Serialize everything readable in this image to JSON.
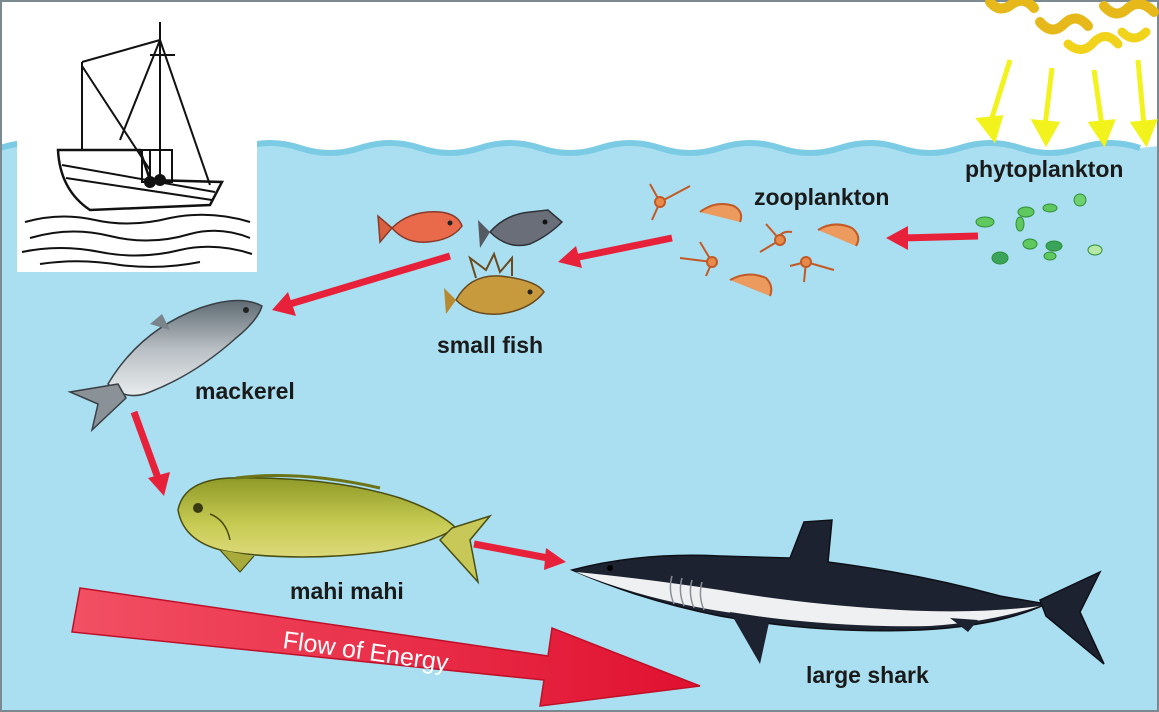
{
  "labels": {
    "phytoplankton": "phytoplankton",
    "zooplankton": "zooplankton",
    "small_fish": "small fish",
    "mackerel": "mackerel",
    "mahi_mahi": "mahi mahi",
    "large_shark": "large shark",
    "flow": "Flow of Energy"
  },
  "colors": {
    "sky": "#ffffff",
    "water": "#a9dff0",
    "wave": "#8dd3ea",
    "arrow": "#e8213a",
    "sun_ray": "#f2f21c",
    "sun": "#f2d31c",
    "phytoplankton": "#5fc95f",
    "zooplankton": "#e07a3a",
    "mackerel": "#9aa0a4",
    "mahi_mahi": "#b6b83a",
    "shark_top": "#1d2230",
    "shark_belly": "#eef0f2"
  },
  "icons": [
    "fishing-boat-icon",
    "sun-icon",
    "phytoplankton-icon",
    "zooplankton-icon",
    "small-fish-icon",
    "mackerel-icon",
    "mahi-mahi-icon",
    "shark-icon"
  ]
}
